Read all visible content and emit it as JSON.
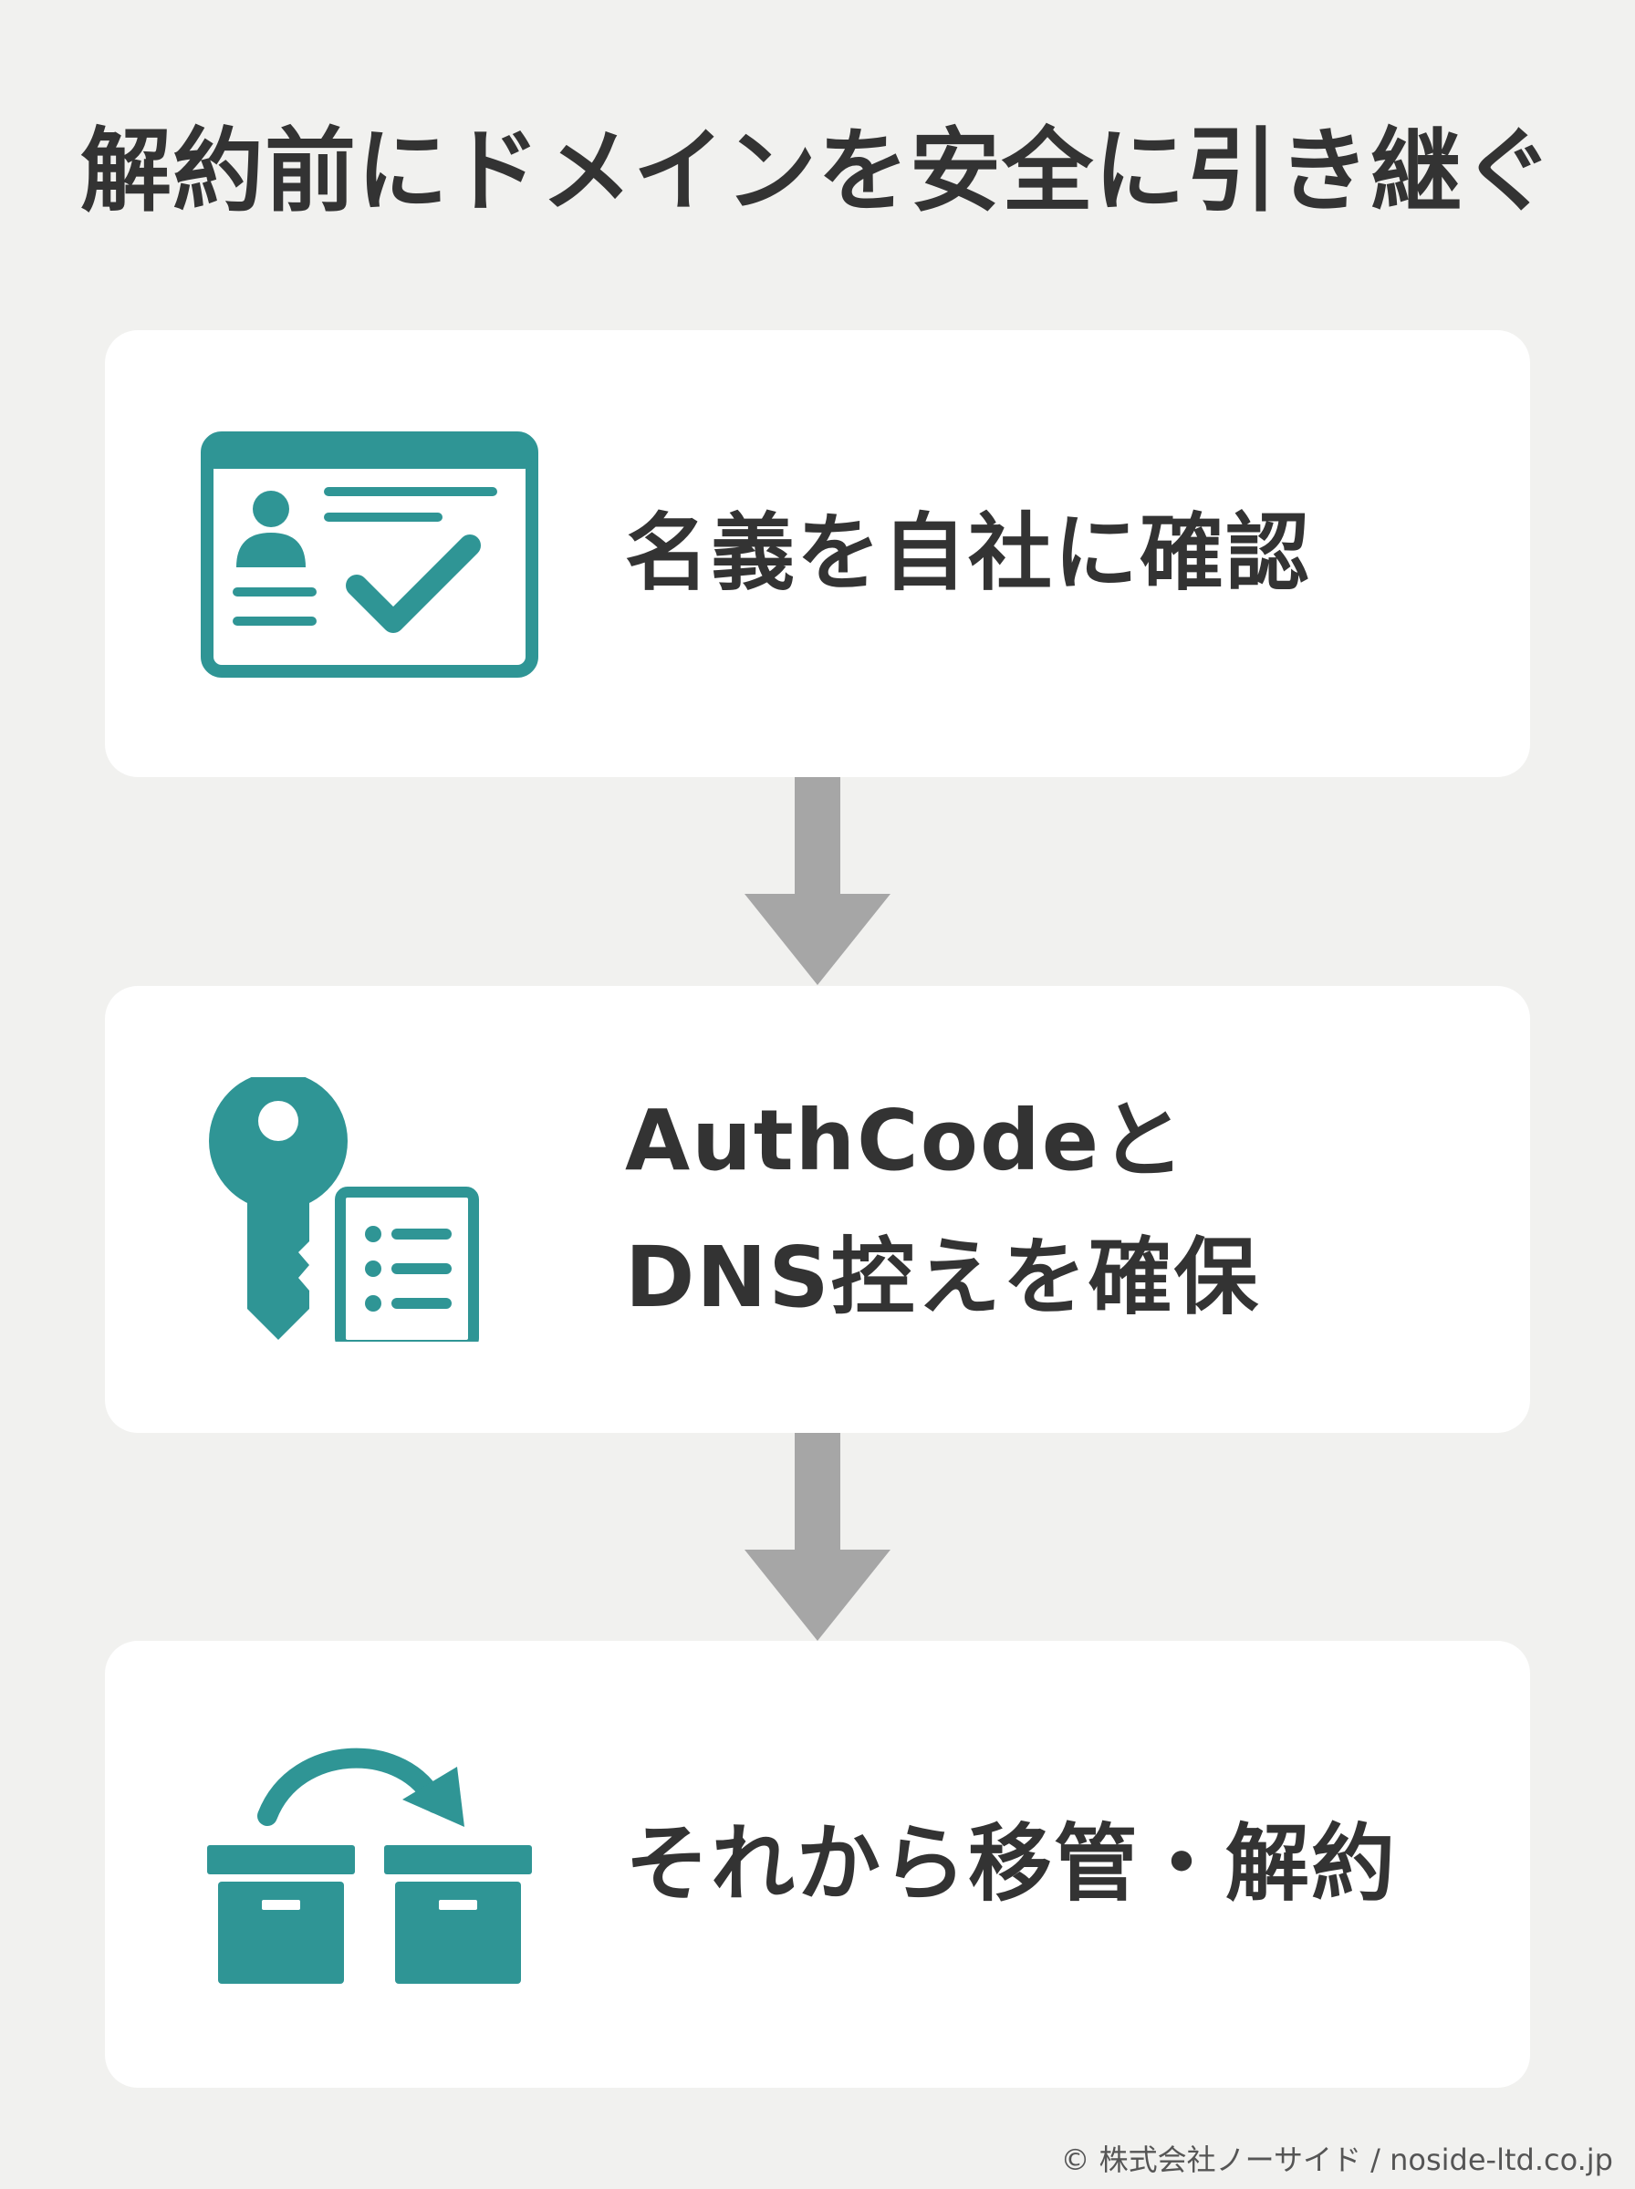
{
  "title": "解約前にドメインを安全に引き継ぐ",
  "colors": {
    "accent": "#2f9595",
    "arrow": "#a6a6a6",
    "card": "#ffffff",
    "background": "#f1f1ef",
    "text": "#333333"
  },
  "steps": [
    {
      "icon": "id-card-check-icon",
      "lines": [
        "名義を自社に確認"
      ]
    },
    {
      "icon": "key-document-icon",
      "lines": [
        "AuthCodeと",
        "DNS控えを確保"
      ]
    },
    {
      "icon": "box-transfer-icon",
      "lines": [
        "それから移管・解約"
      ]
    }
  ],
  "footer": {
    "copyright": "© 株式会社ノーサイド / noside-ltd.co.jp"
  }
}
